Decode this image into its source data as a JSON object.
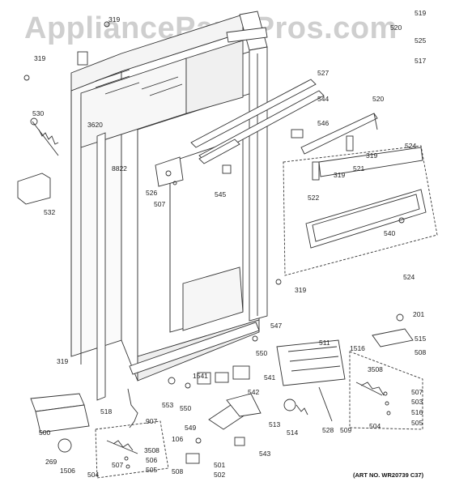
{
  "watermark": "AppliancePartsPros.com",
  "art_number": "(ART NO. WR20739 C37)",
  "part_labels": [
    "319",
    "519",
    "520",
    "525",
    "517",
    "319",
    "530",
    "3620",
    "8822",
    "527",
    "544",
    "546",
    "520",
    "319",
    "521",
    "524",
    "319",
    "526",
    "507",
    "545",
    "532",
    "522",
    "540",
    "524",
    "319",
    "201",
    "547",
    "515",
    "508",
    "550",
    "511",
    "1516",
    "319",
    "1541",
    "541",
    "3508",
    "507",
    "503",
    "516",
    "505",
    "504",
    "553",
    "542",
    "550",
    "518",
    "500",
    "907",
    "513",
    "514",
    "528",
    "509",
    "549",
    "106",
    "543",
    "269",
    "3508",
    "507",
    "506",
    "505",
    "1506",
    "504",
    "508",
    "501",
    "502"
  ]
}
